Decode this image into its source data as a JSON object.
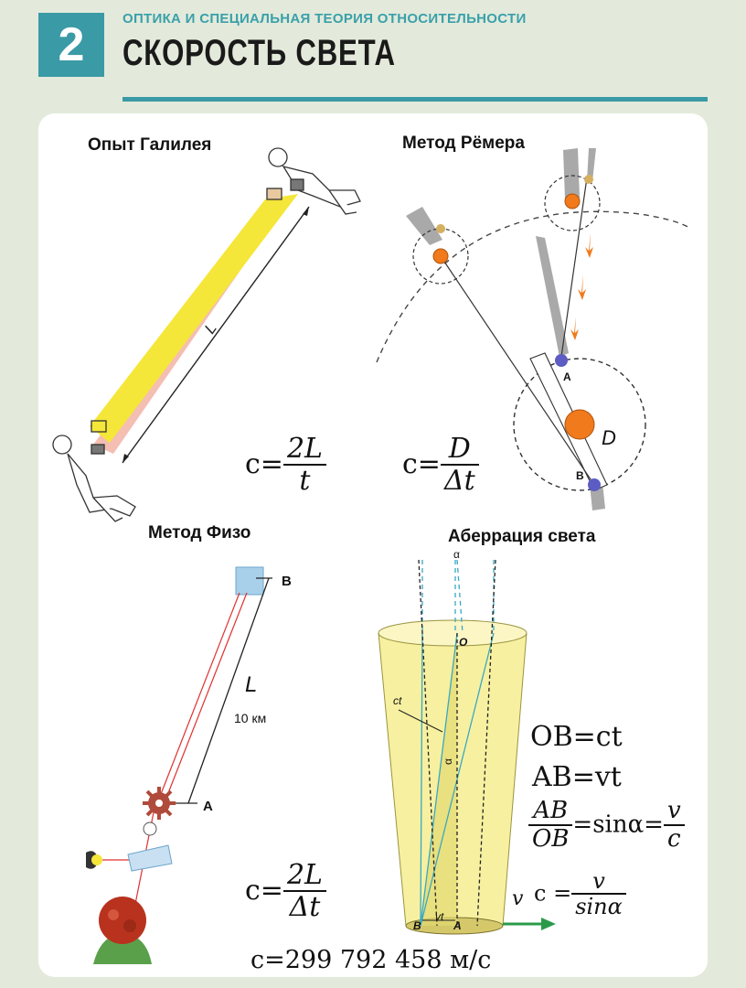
{
  "header": {
    "number": "2",
    "subtitle": "ОПТИКА И СПЕЦИАЛЬНАЯ ТЕОРИЯ ОТНОСИТЕЛЬНОСТИ",
    "title": "СКОРОСТЬ СВЕТА"
  },
  "galileo": {
    "title": "Опыт Галилея",
    "distance_label": "L",
    "formula": {
      "lhs": "c=",
      "num": "2L",
      "den": "t"
    }
  },
  "roemer": {
    "title": "Метод Рёмера",
    "point_a": "A",
    "point_b": "B",
    "diameter_label": "D",
    "formula": {
      "lhs": "c=",
      "num": "D",
      "den": "Δt"
    }
  },
  "fizeau": {
    "title": "Метод Физо",
    "point_b": "B",
    "point_a": "A",
    "distance_label": "L",
    "distance_value": "10 км",
    "formula": {
      "lhs": "c=",
      "num": "2L",
      "den": "Δt"
    },
    "result": "c=299 792 458 м/с"
  },
  "aberration": {
    "title": "Аберрация света",
    "alpha": "α",
    "point_o": "O",
    "ct_label": "ct",
    "vt_label": "vt",
    "point_b": "B",
    "point_a": "A",
    "v_label": "v",
    "eq1": "OB=ct",
    "eq2": "AB=vt",
    "eq3": {
      "num": "AB",
      "den": "OB",
      "mid": "=sinα=",
      "num2": "v",
      "den2": "c"
    },
    "eq4": {
      "lhs": "c =",
      "num": "v",
      "den": "sinα"
    }
  },
  "colors": {
    "teal": "#3a9aa6",
    "beam_yellow": "#f5e63a",
    "beam_pink": "#f2b3a4",
    "orbit_orange": "#f07a1c",
    "cone_yellow": "#f7f0a0"
  }
}
